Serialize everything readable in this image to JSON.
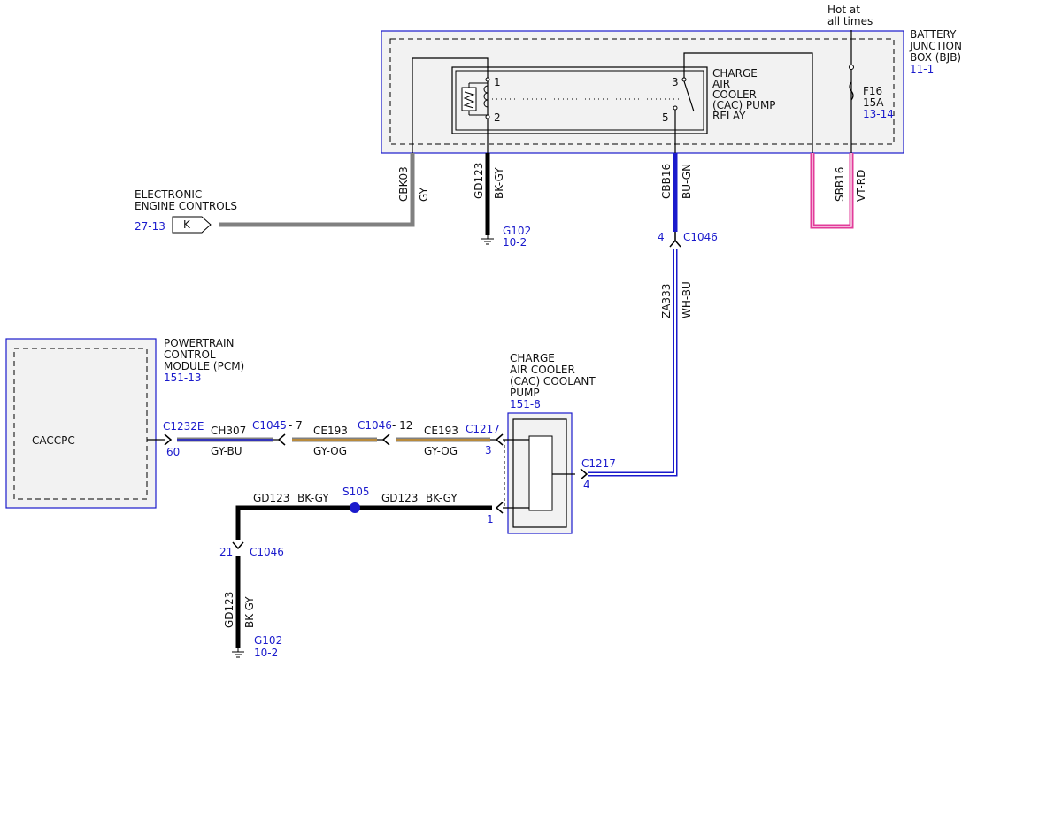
{
  "colors": {
    "box_border": "#1a1acc",
    "box_fill": "#f2f2f2",
    "ref_text": "#1a1acc",
    "wire_black": "#000000",
    "wire_gray": "#808080",
    "wire_blue": "#1a1acc",
    "wire_pink": "#e23c9a",
    "wire_orange": "#b88a3c",
    "splice": "#1a1acc"
  },
  "header": {
    "hot_line1": "Hot at",
    "hot_line2": "all times"
  },
  "bjb": {
    "line1": "BATTERY",
    "line2": "JUNCTION",
    "line3": "BOX (BJB)",
    "ref": "11-1",
    "fuse": {
      "name": "F16",
      "rating": "15A",
      "ref": "13-14"
    },
    "relay": {
      "line1": "CHARGE",
      "line2": "AIR",
      "line3": "COOLER",
      "line4": "(CAC) PUMP",
      "line5": "RELAY",
      "pin1": "1",
      "pin2": "2",
      "pin3": "3",
      "pin5": "5"
    }
  },
  "eec": {
    "line1": "ELECTRONIC",
    "line2": "ENGINE CONTROLS",
    "ref": "27-13",
    "pin": "K"
  },
  "wires": {
    "cbk03": {
      "circuit": "CBK03",
      "color": "GY"
    },
    "gd123_top": {
      "circuit": "GD123",
      "color": "BK-GY"
    },
    "cbb16": {
      "circuit": "CBB16",
      "color": "BU-GN"
    },
    "sbb16": {
      "circuit": "SBB16",
      "color": "VT-RD"
    },
    "za333": {
      "circuit": "ZA333",
      "color": "WH-BU"
    },
    "ch307": {
      "circuit": "CH307",
      "color": "GY-BU"
    },
    "ce193_a": {
      "circuit": "CE193",
      "color": "GY-OG"
    },
    "ce193_b": {
      "circuit": "CE193",
      "color": "GY-OG"
    },
    "gd123_a": {
      "circuit": "GD123",
      "color": "BK-GY"
    },
    "gd123_b": {
      "circuit": "GD123",
      "color": "BK-GY"
    },
    "gd123_v": {
      "circuit": "GD123",
      "color": "BK-GY"
    }
  },
  "grounds": {
    "g102_top": {
      "name": "G102",
      "ref": "10-2"
    },
    "g102_bottom": {
      "name": "G102",
      "ref": "10-2"
    }
  },
  "connectors": {
    "c1046_top": {
      "name": "C1046",
      "pin": "4"
    },
    "c1232e": {
      "name": "C1232E",
      "pin": "60"
    },
    "c1045": {
      "name": "C1045",
      "pin": "- 7"
    },
    "c1046_mid": {
      "name": "C1046",
      "pin": "- 12"
    },
    "c1217_a": {
      "name": "C1217",
      "pin": "3"
    },
    "c1217_b": {
      "name": "C1217",
      "pin": "4"
    },
    "c1217_c_pin": "1",
    "c1046_bottom": {
      "name": "C1046",
      "pin": "21"
    }
  },
  "splice": {
    "name": "S105"
  },
  "pcm": {
    "line1": "POWERTRAIN",
    "line2": "CONTROL",
    "line3": "MODULE (PCM)",
    "ref": "151-13",
    "label": "CACCPC"
  },
  "pump": {
    "line1": "CHARGE",
    "line2": "AIR COOLER",
    "line3": "(CAC) COOLANT",
    "line4": "PUMP",
    "ref": "151-8"
  }
}
